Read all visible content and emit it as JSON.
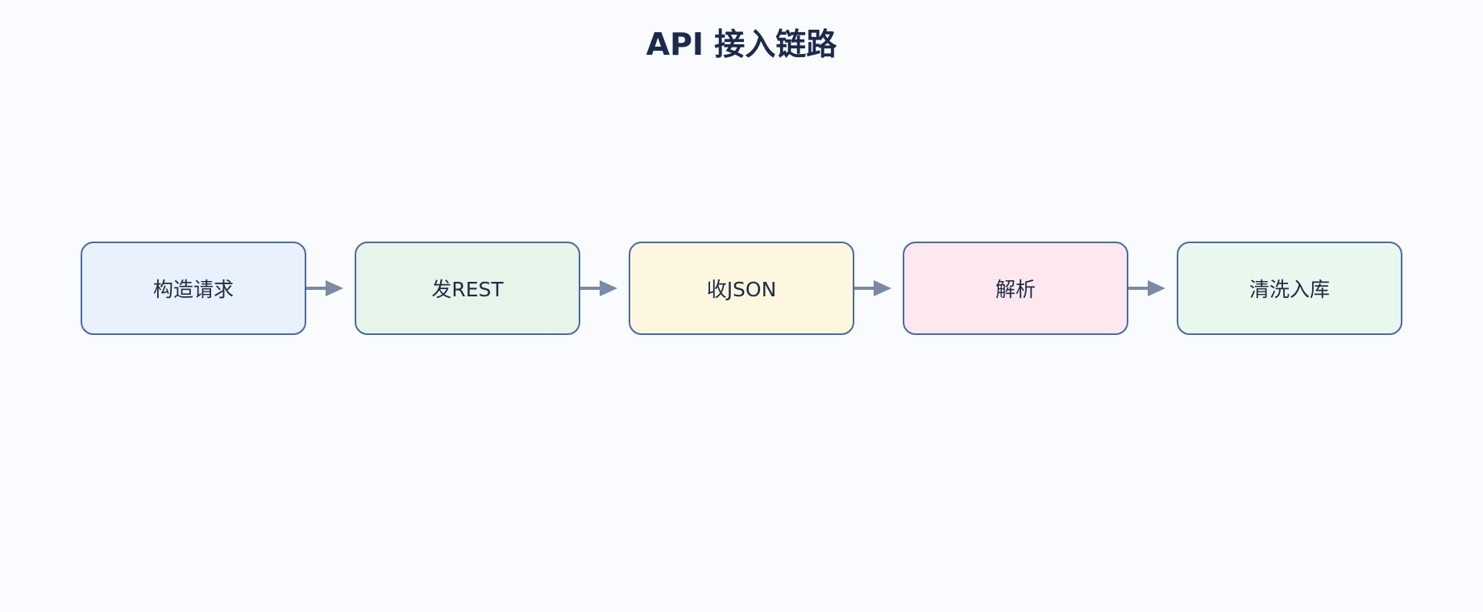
{
  "title": "API 接入链路",
  "nodes": [
    {
      "label": "构造请求",
      "color": "#e9f1fd"
    },
    {
      "label": "发REST",
      "color": "#e6f4ea"
    },
    {
      "label": "收JSON",
      "color": "#fef7df"
    },
    {
      "label": "解析",
      "color": "#fde8ef"
    },
    {
      "label": "清洗入库",
      "color": "#e9f8ee"
    }
  ],
  "colors": {
    "background": "#f9fbff",
    "node_border": "#4a6a9c",
    "arrow": "#7a8ba3",
    "text": "#1e2b44"
  }
}
